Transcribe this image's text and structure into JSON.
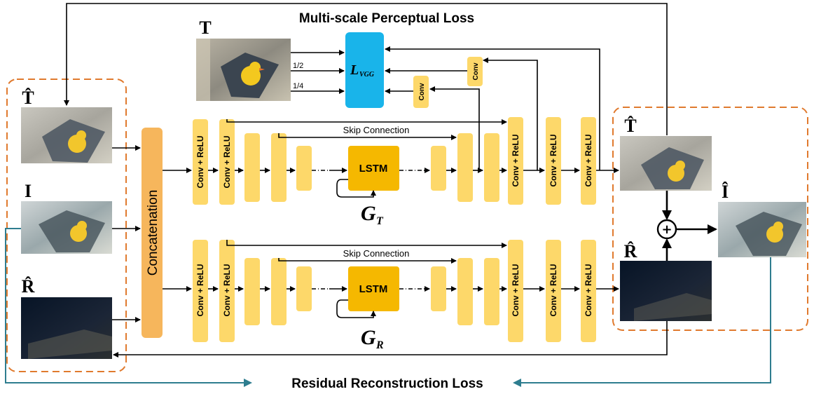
{
  "title": "Multi-scale Perceptual Loss",
  "bottom_loss": "Residual Reconstruction Loss",
  "inputs": {
    "t_hat": "T̂",
    "i": "I",
    "r_hat": "R̂"
  },
  "outputs": {
    "t_hat": "T̂",
    "r_hat": "R̂",
    "i_hat": "Î"
  },
  "gt_label": "T",
  "vgg_label": "L",
  "vgg_sub": "VGG",
  "scale_half": "1/2",
  "scale_quarter": "1/4",
  "conv_label": "Conv",
  "concat_label": "Concatenation",
  "conv_relu": "Conv + ReLU",
  "skip_label": "Skip Connection",
  "lstm_label": "LSTM",
  "g_t": "G",
  "g_t_sub": "T",
  "g_r": "G",
  "g_r_sub": "R",
  "colors": {
    "block": "#fdd86a",
    "lstm": "#f5b800",
    "concat": "#f6b65c",
    "vgg": "#19b4ea",
    "dash": "#e07a2e",
    "teal": "#2e7d8f"
  }
}
